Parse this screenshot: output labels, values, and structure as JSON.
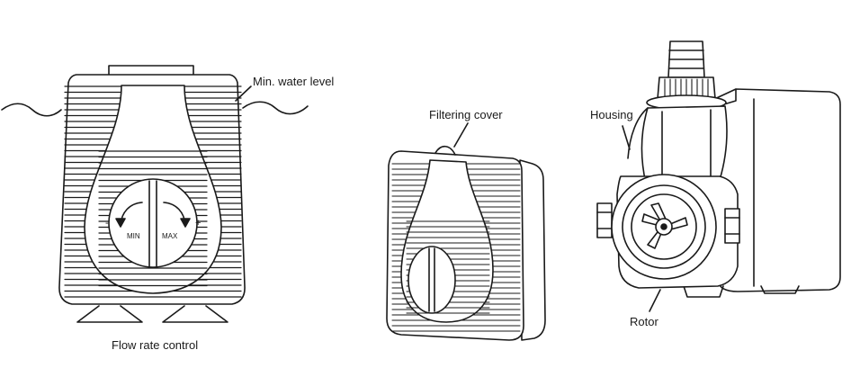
{
  "labels": {
    "min_water_level": "Min. water level",
    "flow_rate_control": "Flow rate control",
    "min": "MIN",
    "max": "MAX",
    "minus": "-",
    "plus": "+",
    "filtering_cover": "Filtering cover",
    "housing": "Housing",
    "rotor": "Rotor"
  },
  "colors": {
    "line": "#1a1a1a",
    "fill": "#ffffff"
  }
}
